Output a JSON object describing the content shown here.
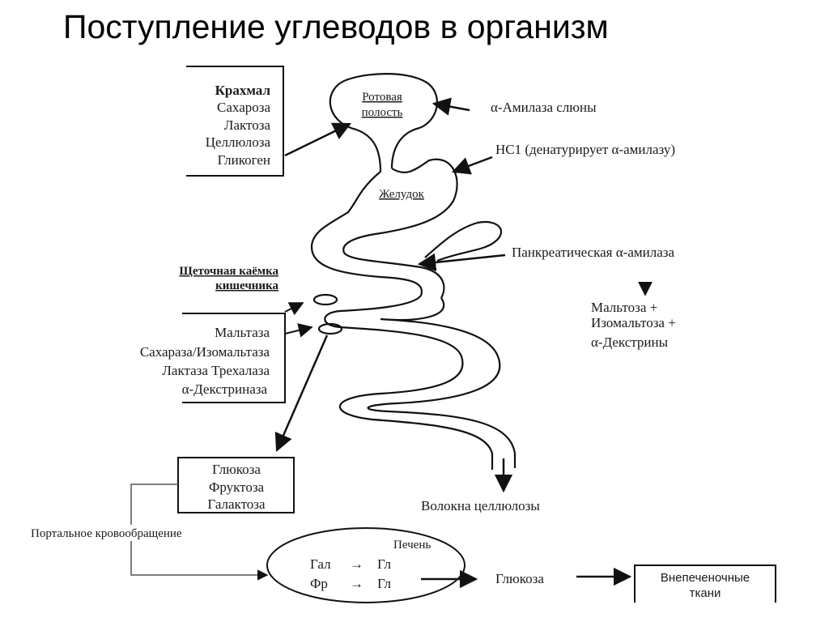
{
  "title": "Поступление  углеводов в организм",
  "carbs_box": {
    "items": [
      "Крахмал",
      "Сахароза",
      "Лактоза",
      "Целлюлоза",
      "Гликоген"
    ]
  },
  "mouth_label": [
    "Ротовая",
    "полость"
  ],
  "saliva_amylase": "α-Амилаза слюны",
  "hcl_note": "HC1  (денатурирует  α-амилазу)",
  "stomach_label": "Желудок",
  "pancreatic_amylase": "Панкреатическая α-амилаза",
  "pancreas_products": [
    "Мальтоза     +",
    "Изомальтоза +",
    "α-Декстрины"
  ],
  "brush_border": [
    "Щеточная каёмка",
    "кишечника"
  ],
  "enzymes_box": {
    "lines": [
      "Мальтаза",
      "Сахараза/Изомальтаза",
      "Лактаза    Трехалаза",
      "α-Декстриназа"
    ]
  },
  "monosaccharides_box": {
    "items": [
      "Глюкоза",
      "Фруктоза",
      "Галактоза"
    ]
  },
  "cellulose_fibers": "Волокна целлюлозы",
  "portal_circulation": "Портальное кровообращение",
  "liver": {
    "label": "Печень",
    "row1": [
      "Гал",
      "→",
      "Гл"
    ],
    "row2": [
      "Фр",
      "→",
      "Гл"
    ]
  },
  "glucose_out": "Глюкоза",
  "extrahepatic": [
    "Внепеченочные",
    "ткани"
  ]
}
